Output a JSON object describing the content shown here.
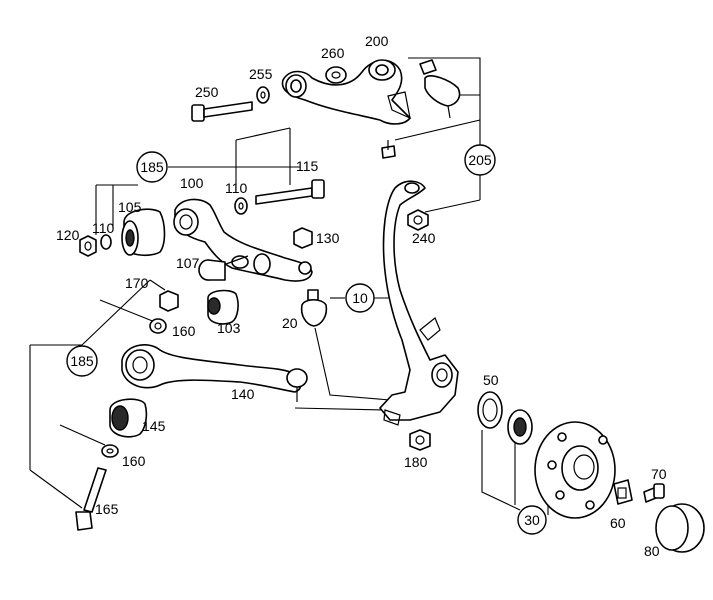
{
  "labels": {
    "p10": "10",
    "p20": "20",
    "p30": "30",
    "p50": "50",
    "p60": "60",
    "p70": "70",
    "p80": "80",
    "p100": "100",
    "p103": "103",
    "p105": "105",
    "p107": "107",
    "p110a": "110",
    "p110b": "110",
    "p115": "115",
    "p120": "120",
    "p130": "130",
    "p140": "140",
    "p145": "145",
    "p160a": "160",
    "p160b": "160",
    "p165": "165",
    "p170": "170",
    "p180": "180",
    "p185a": "185",
    "p185b": "185",
    "p200": "200",
    "p205": "205",
    "p240": "240",
    "p250": "250",
    "p255": "255",
    "p260": "260"
  }
}
